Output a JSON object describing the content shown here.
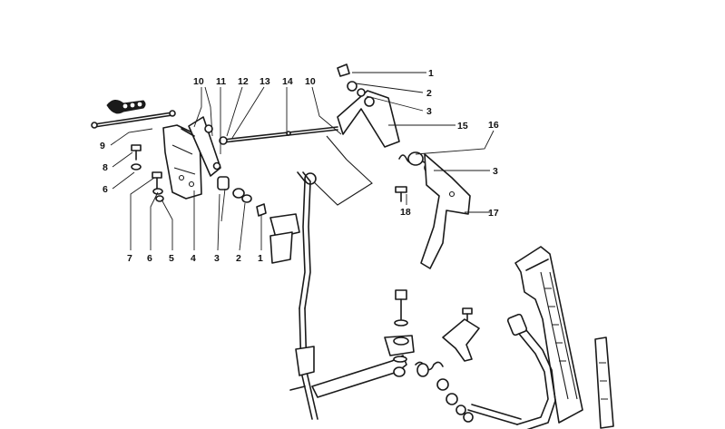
{
  "diagram": {
    "callouts": {
      "left_top_10": "10",
      "left_top_11": "11",
      "left_top_12": "12",
      "left_top_13": "13",
      "left_top_14": "14",
      "center_top_10": "10",
      "right_1": "1",
      "right_2": "2",
      "right_3a": "3",
      "right_15": "15",
      "right_16": "16",
      "right_3b": "3",
      "right_17": "17",
      "right_18": "18",
      "side_9": "9",
      "side_8": "8",
      "side_6": "6",
      "bottom_7": "7",
      "bottom_6": "6",
      "bottom_5": "5",
      "bottom_4": "4",
      "bottom_3": "3",
      "bottom_2": "2",
      "bottom_1": "1"
    }
  }
}
